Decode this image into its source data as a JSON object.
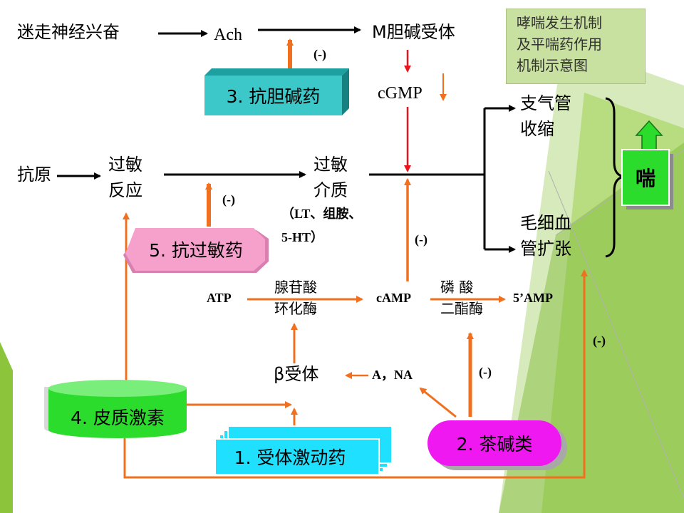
{
  "title_box": {
    "line1": "哮喘发生机制",
    "line2": "及平喘药作用",
    "line3": "机制示意图"
  },
  "nodes": {
    "vagus": "迷走神经兴奋",
    "ach": "Ach",
    "m_receptor": "M胆碱受体",
    "cgmp": "cGMP",
    "antigen": "抗原",
    "allergy_reaction_1": "过敏",
    "allergy_reaction_2": "反应",
    "mediator_1": "过敏",
    "mediator_2": "介质",
    "mediator_detail_1": "（LT、组胺、",
    "mediator_detail_2": "5-HT）",
    "bronchoconstriction_1": "支气管",
    "bronchoconstriction_2": "收缩",
    "capillary_1": "毛细血",
    "capillary_2": "管扩张",
    "asthma": "喘",
    "atp": "ATP",
    "adenylate_cyclase_1": "腺苷酸",
    "adenylate_cyclase_2": "环化酶",
    "camp": "cAMP",
    "pde_1": "磷  酸",
    "pde_2": "二酯酶",
    "five_amp": "5’AMP",
    "beta_receptor": "β受体",
    "a_na": "A，NA"
  },
  "drugs": {
    "anticholinergic": "3. 抗胆碱药",
    "antiallergic": "5. 抗过敏药",
    "corticosteroid": "4.  皮质激素",
    "beta_agonist": "1. 受体激动药",
    "theophylline": "2. 茶碱类"
  },
  "inhibit_label": "(-)",
  "colors": {
    "orange": "#F07020",
    "red": "#E8141E",
    "teal": "#3CC8C8",
    "pink": "#F6A0CC",
    "green_cyl": "#2CDC2C",
    "cyan_card": "#20E0FF",
    "magenta": "#F018F0",
    "title_bg": "#C8E0A0",
    "decor_green": "#8CC43C"
  }
}
